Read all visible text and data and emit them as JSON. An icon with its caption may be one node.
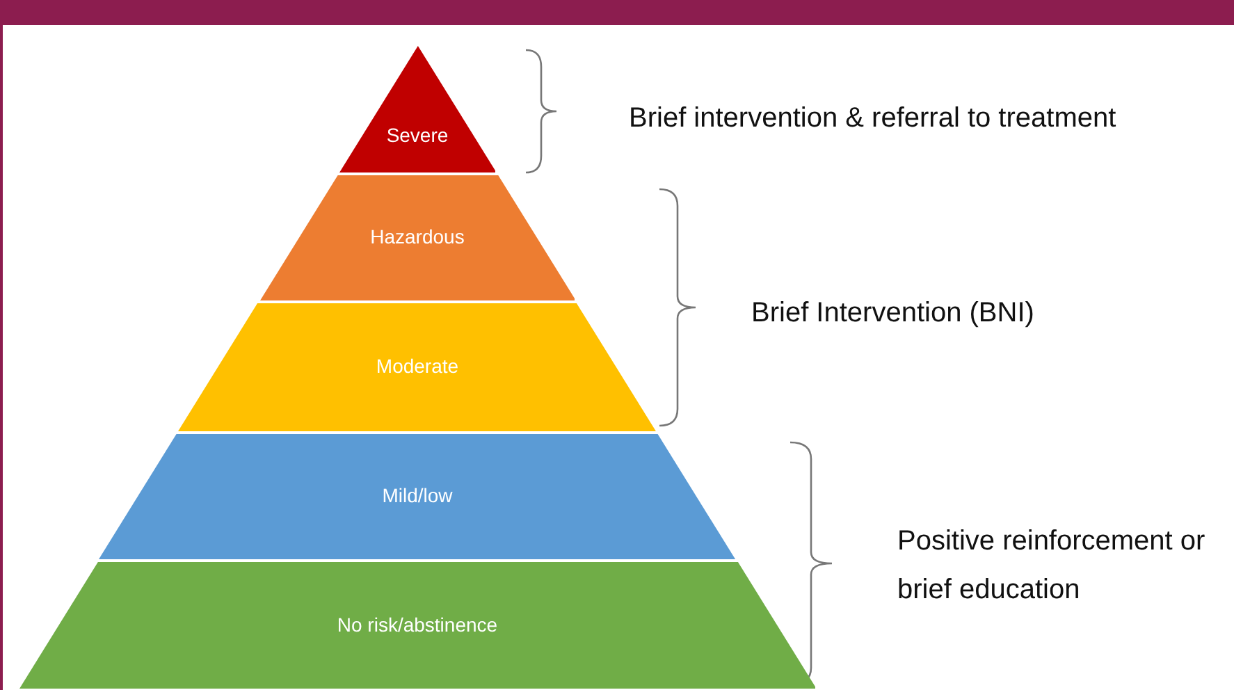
{
  "diagram": {
    "nodes": [
      {
        "text": [
          "Severe"
        ]
      },
      {
        "text": [
          "Hazardous"
        ]
      },
      {
        "text": [
          "Moderate"
        ]
      },
      {
        "text": [
          "Mild/low"
        ]
      },
      {
        "text": [
          "No risk/abstinence"
        ]
      }
    ],
    "labels": [
      "Brief intervention & referral to treatment",
      "Brief Intervention (BNI)",
      "Positive reinforcement or brief education"
    ]
  }
}
